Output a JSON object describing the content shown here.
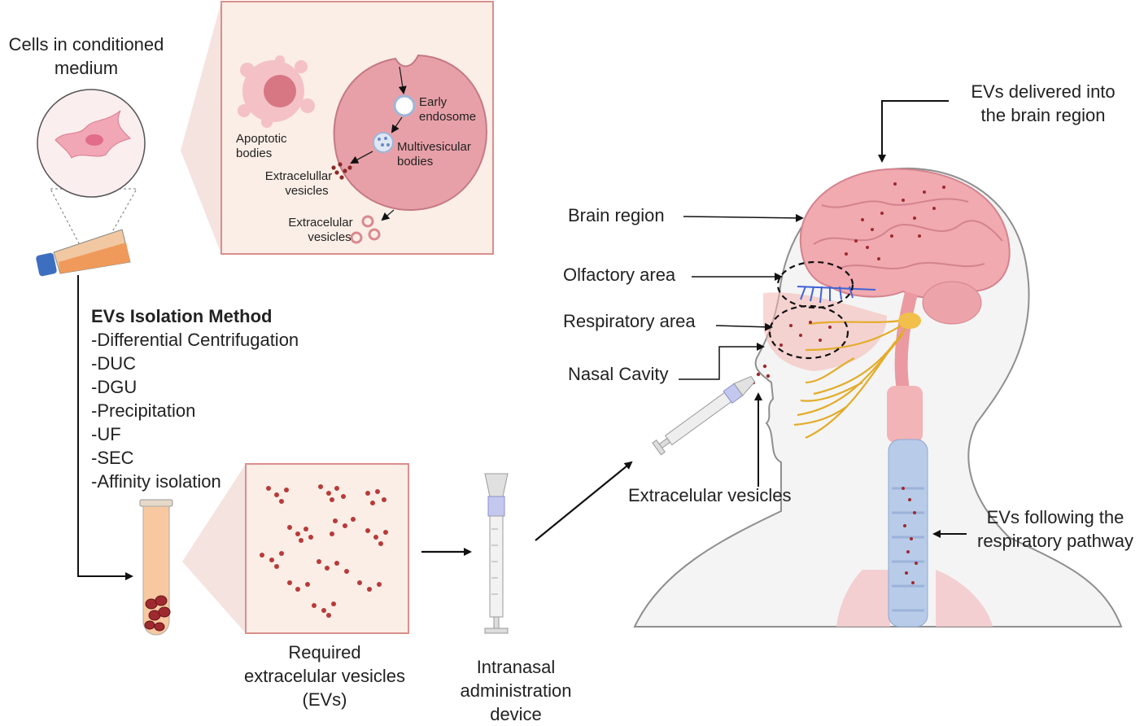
{
  "cells": {
    "line1": "Cells in conditioned",
    "line2": "medium"
  },
  "inset_top": {
    "apoptotic_1": "Apoptotic",
    "apoptotic_2": "bodies",
    "early_1": "Early",
    "early_2": "endosome",
    "mvb_1": "Multivesicular",
    "mvb_2": "bodies",
    "ev_a_1": "Extracelullar",
    "ev_a_2": "vesicles",
    "ev_b_1": "Extracelular",
    "ev_b_2": "vesicles"
  },
  "isolation": {
    "title": "EVs Isolation Method",
    "methods": [
      "-Differential Centrifugation",
      "-DUC",
      "-DGU",
      "-Precipitation",
      "-UF",
      "-SEC",
      "-Affinity isolation"
    ]
  },
  "required": {
    "line1": "Required",
    "line2": "extracelular vesicles",
    "line3": "(EVs)"
  },
  "device": {
    "line1": "Intranasal",
    "line2": "administration",
    "line3": "device"
  },
  "head": {
    "delivered_1": "EVs delivered into",
    "delivered_2": "the brain region",
    "brain": "Brain region",
    "olfactory": "Olfactory area",
    "respiratory": "Respiratory area",
    "nasal": "Nasal Cavity",
    "ev_label": "Extracelular vesicles",
    "pathway_1": "EVs following the",
    "pathway_2": "respiratory pathway"
  },
  "colors": {
    "cell_pink": "#e8a0a8",
    "panel_bg": "#fbeee6",
    "panel_border": "#d98f8c",
    "vesicle": "#9e2a2f",
    "nerve": "#e3ac2a",
    "olfactory_blue": "#3f63d6"
  }
}
